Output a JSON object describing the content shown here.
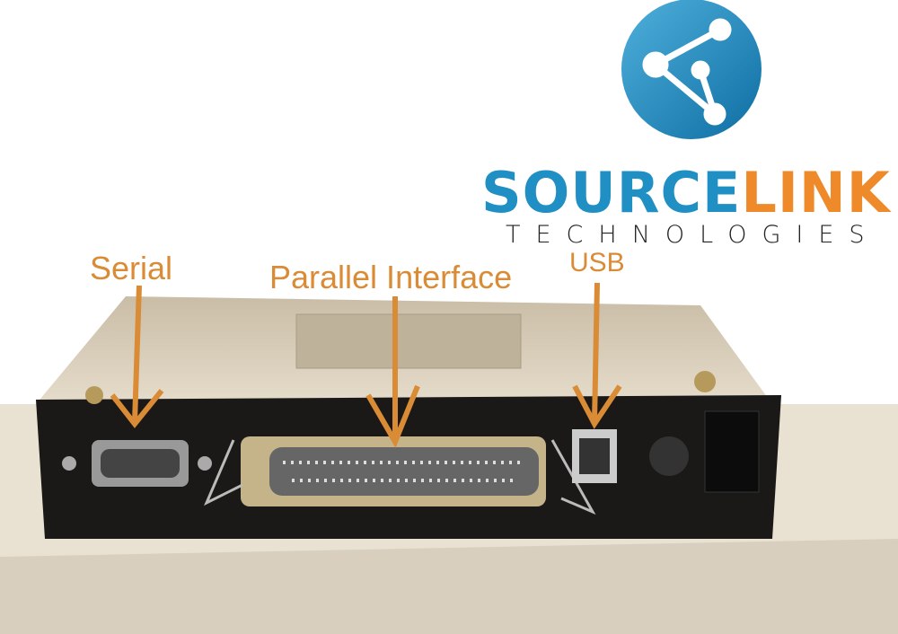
{
  "logo": {
    "brand_part1": "SOURCE",
    "brand_part2": "LINK",
    "tagline": "TECHNOLOGIES",
    "blue": "#1f8fc4",
    "orange": "#ee8a2a"
  },
  "labels": {
    "serial": "Serial",
    "parallel": "Parallel Interface",
    "usb": "USB",
    "color": "#d98b35"
  }
}
